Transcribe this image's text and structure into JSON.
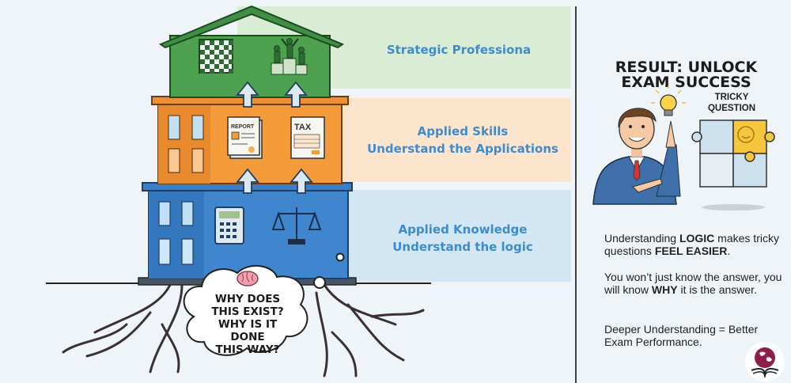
{
  "levels": [
    {
      "title": "Strategic Professiona",
      "subtitle": "",
      "color": "#4ea24f",
      "band_color": "#d9ecd4"
    },
    {
      "title": "Applied Skills",
      "subtitle": "Understand the Applications",
      "color": "#f39a3a",
      "band_color": "#fde4cd"
    },
    {
      "title": "Applied Knowledge",
      "subtitle": "Understand the logic",
      "color": "#3f86cf",
      "band_color": "#d3e6f4"
    }
  ],
  "icons": {
    "report_label": "REPORT",
    "tax_label": "TAX"
  },
  "thought_bubble": {
    "line1": "WHY DOES",
    "line2": "THIS EXIST?",
    "line3": "WHY IS IT DONE",
    "line4": "THIS WAY?"
  },
  "result": {
    "title_line1": "RESULT: UNLOCK",
    "title_line2": "EXAM SUCCESS",
    "puzzle_label_line1": "TRICKY",
    "puzzle_label_line2": "QUESTION"
  },
  "paragraphs": {
    "p1_a": "Understanding ",
    "p1_b": "LOGIC",
    "p1_c": " makes tricky questions ",
    "p1_d": "FEEL EASIER",
    "p1_e": ".",
    "p2_a": "You won’t just know the answer, you will know ",
    "p2_b": "WHY",
    "p2_c": " it is the answer.",
    "p3": "Deeper Understanding = Better Exam Performance."
  },
  "colors": {
    "accent_text": "#3f8ccd",
    "logo": "#8e1f4a"
  }
}
